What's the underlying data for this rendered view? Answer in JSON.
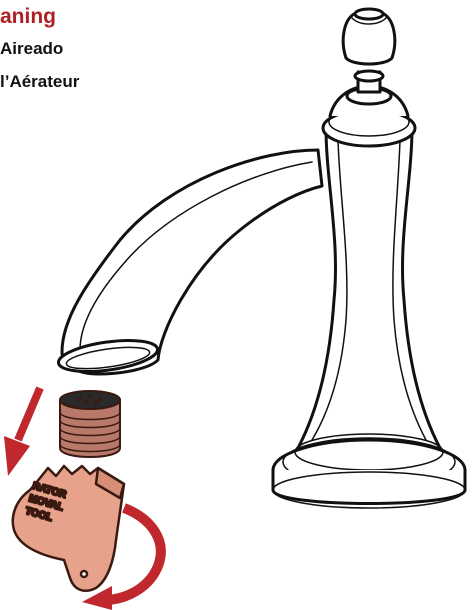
{
  "heading": {
    "title_en": "aning",
    "title_es": "Aireado",
    "title_fr": "l’Aérateur"
  },
  "tool": {
    "label_lines": [
      "RATOR",
      "MOVAL",
      "TOOL"
    ]
  },
  "colors": {
    "heading": "#b01f24",
    "arrow": "#c0282d",
    "tool_fill": "#e6a28a",
    "aerator_fill": "#b8796a",
    "outline": "#111111"
  },
  "icons": {
    "faucet": "faucet-illustration",
    "aerator": "aerator-part",
    "tool": "aerator-removal-tool",
    "down_arrow": "down-arrow-icon",
    "rotate_arrow": "rotate-arrow-icon"
  }
}
